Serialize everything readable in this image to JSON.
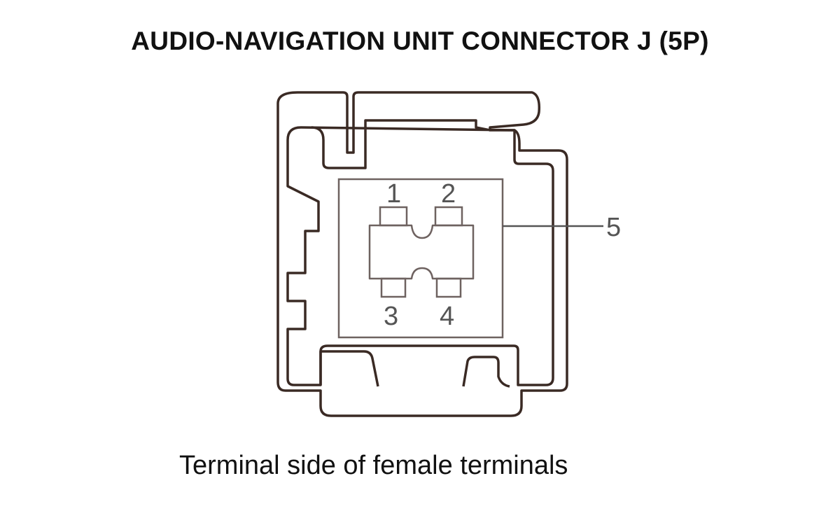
{
  "title": "AUDIO-NAVIGATION UNIT CONNECTOR J (5P)",
  "caption": "Terminal side of female terminals",
  "terminals": {
    "t1": "1",
    "t2": "2",
    "t3": "3",
    "t4": "4",
    "t5": "5"
  },
  "colors": {
    "outline": "#3a2a24",
    "inner": "#6e6260",
    "text": "#111111"
  }
}
